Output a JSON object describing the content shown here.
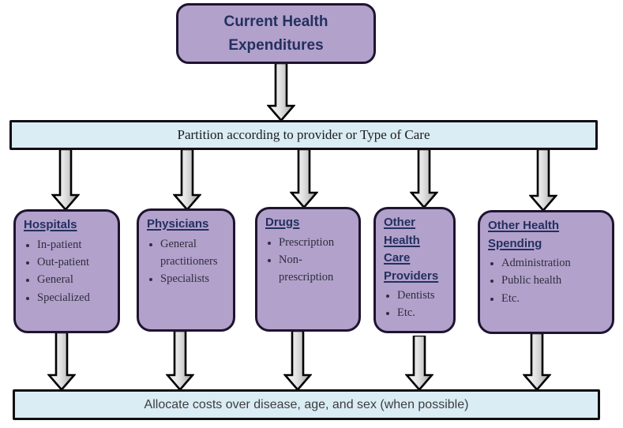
{
  "root": {
    "label": "Current Health Expenditures"
  },
  "partition_bar": {
    "label": "Partition according to provider or Type of Care"
  },
  "boxes": [
    {
      "id": "hospitals",
      "title": "Hospitals",
      "items": [
        "In-patient",
        "Out-patient",
        "General",
        "Specialized"
      ]
    },
    {
      "id": "physicians",
      "title": "Physicians",
      "items": [
        "General practitioners",
        "Specialists"
      ]
    },
    {
      "id": "drugs",
      "title": "Drugs",
      "items": [
        "Prescription",
        "Non-prescription"
      ]
    },
    {
      "id": "other-health-care-providers",
      "title": "Other Health Care Providers",
      "items": [
        "Dentists",
        "Etc."
      ]
    },
    {
      "id": "other-health-spending",
      "title": "Other Health Spending",
      "items": [
        "Administration",
        "Public health",
        "Etc."
      ]
    }
  ],
  "allocate_bar": {
    "label": "Allocate costs over disease, age, and sex (when possible)"
  },
  "colors": {
    "node_fill": "#b2a1cb",
    "node_border": "#1e1430",
    "bar_fill": "#daecf4",
    "bar_border": "#101010",
    "title_text": "#233060",
    "body_text": "#2e2e3e",
    "arrow_fill_light": "#fbfbfb",
    "arrow_fill_dark": "#a6a6a6",
    "arrow_outline": "#000000"
  }
}
